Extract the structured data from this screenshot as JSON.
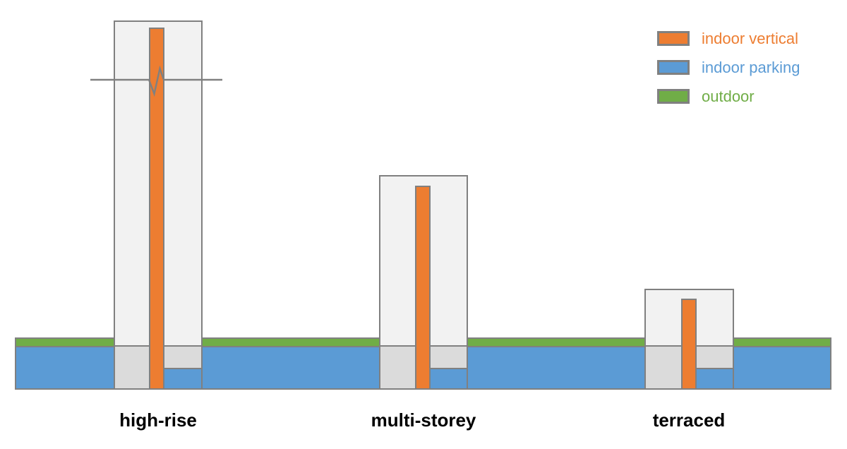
{
  "diagram": {
    "legend": {
      "items": [
        {
          "label": "indoor vertical",
          "color": "#ED7D31"
        },
        {
          "label": "indoor parking",
          "color": "#5B9BD5"
        },
        {
          "label": "outdoor",
          "color": "#70AD47"
        }
      ]
    },
    "building_types": [
      {
        "label": "high-rise",
        "has_break_symbol": true
      },
      {
        "label": "multi-storey",
        "has_break_symbol": false
      },
      {
        "label": "terraced",
        "has_break_symbol": false
      }
    ],
    "colors": {
      "indoor_vertical": "#ED7D31",
      "indoor_parking": "#5B9BD5",
      "outdoor": "#70AD47",
      "outline_gray": "#808080",
      "building_above_ground": "#F2F2F2",
      "building_below_ground": "#DBDBDB",
      "background": "#FFFFFF"
    }
  }
}
